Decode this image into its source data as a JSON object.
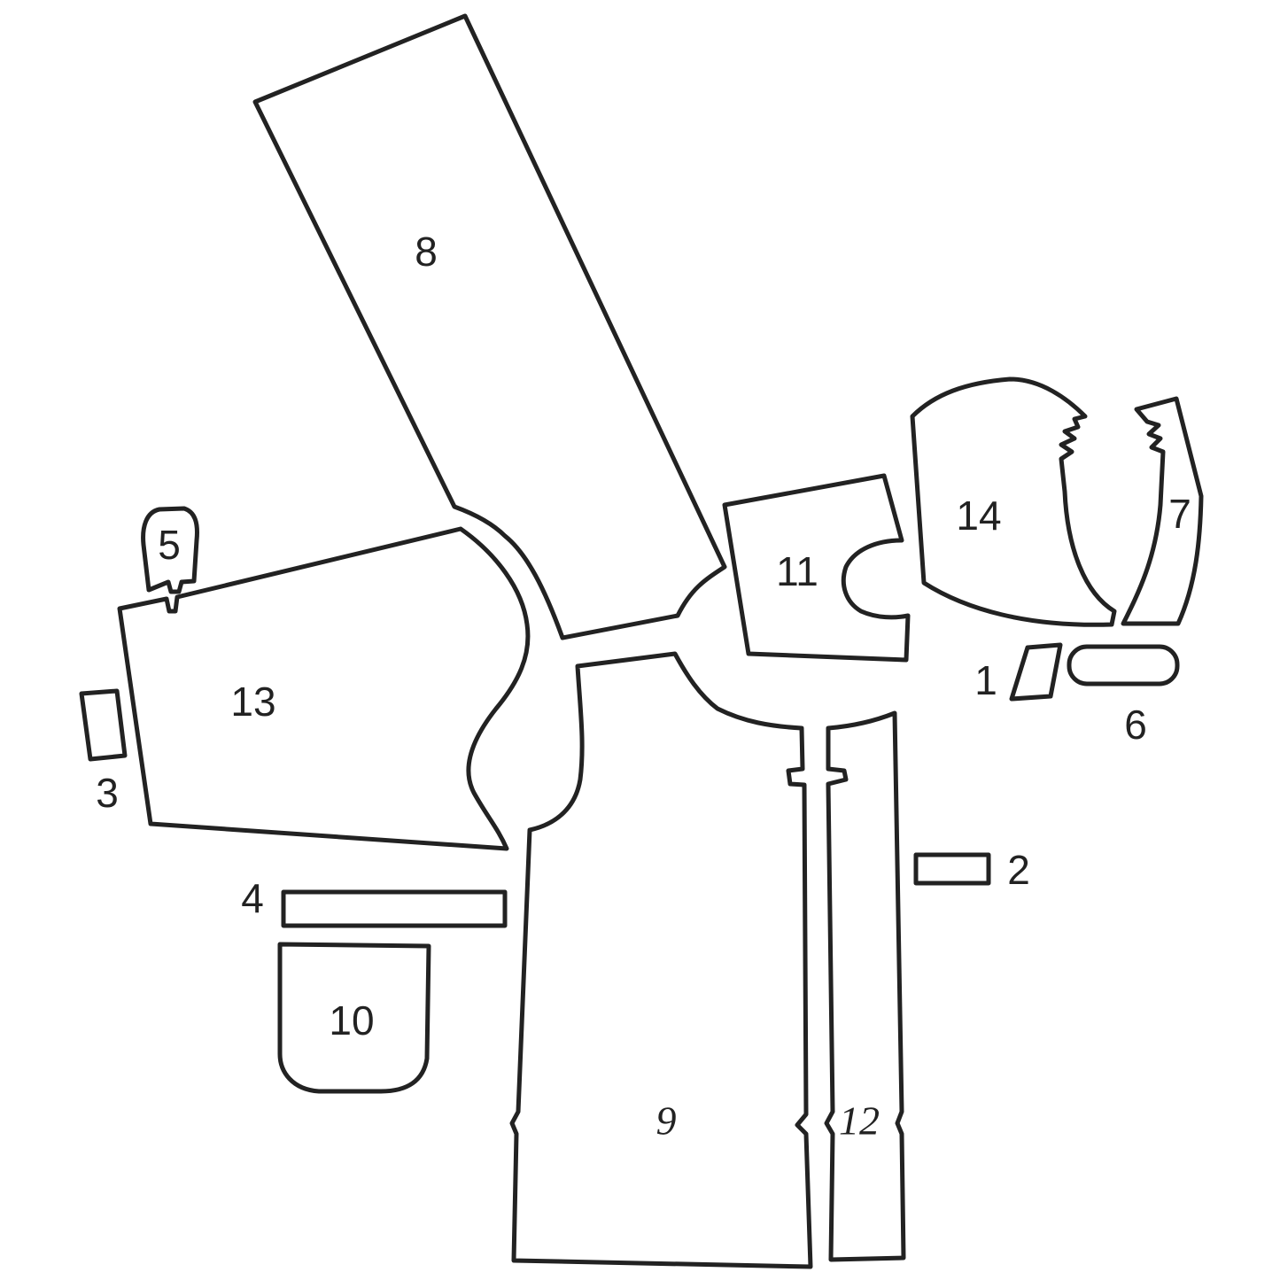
{
  "diagram": {
    "stroke_color": "#222222",
    "background_color": "#ffffff",
    "pieces": [
      {
        "id": "1",
        "label": "1"
      },
      {
        "id": "2",
        "label": "2"
      },
      {
        "id": "3",
        "label": "3"
      },
      {
        "id": "4",
        "label": "4"
      },
      {
        "id": "5",
        "label": "5"
      },
      {
        "id": "6",
        "label": "6"
      },
      {
        "id": "7",
        "label": "7"
      },
      {
        "id": "8",
        "label": "8"
      },
      {
        "id": "9",
        "label": "9"
      },
      {
        "id": "10",
        "label": "10"
      },
      {
        "id": "11",
        "label": "11"
      },
      {
        "id": "12",
        "label": "12"
      },
      {
        "id": "13",
        "label": "13"
      },
      {
        "id": "14",
        "label": "14"
      }
    ]
  }
}
